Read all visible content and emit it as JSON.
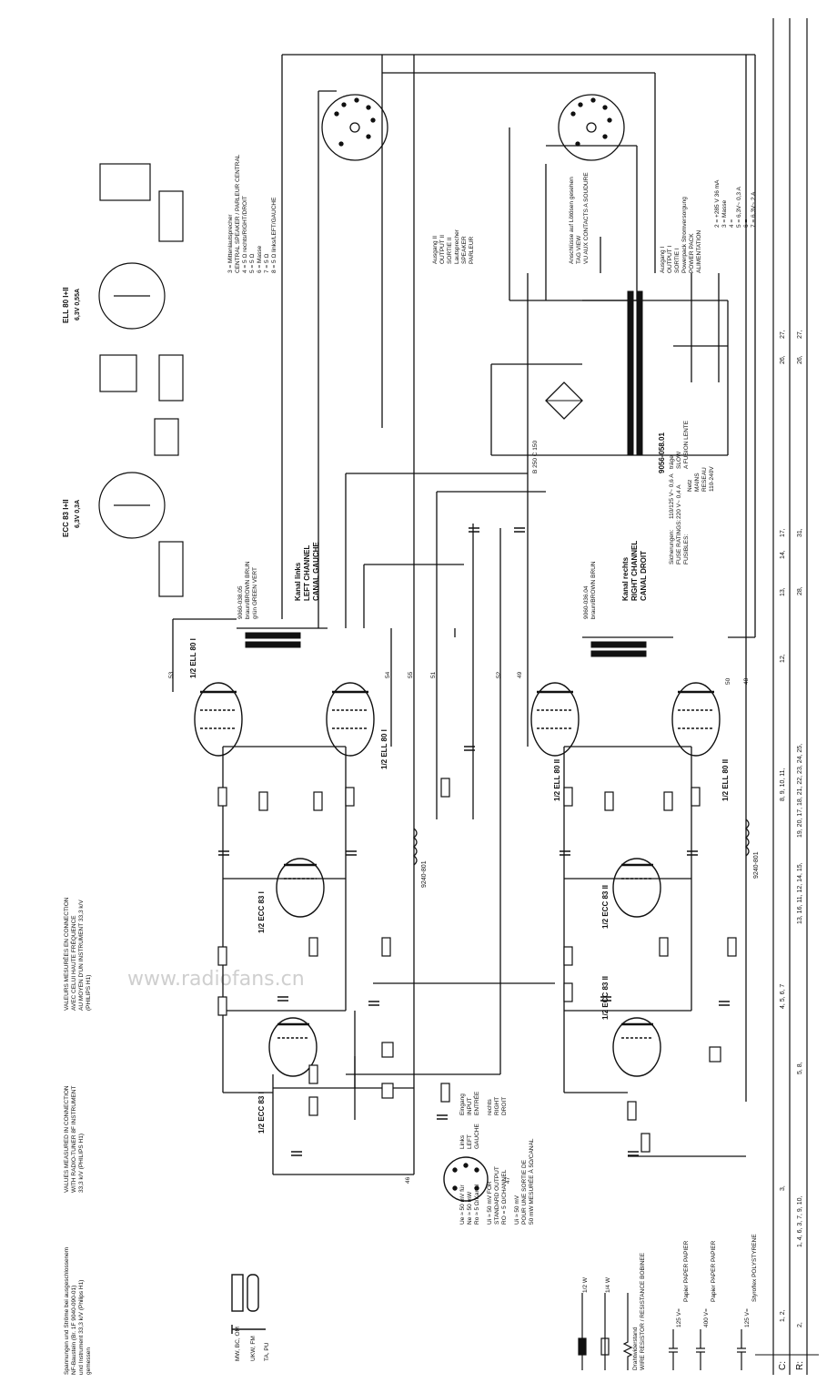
{
  "watermark": "www.radiofans.cn",
  "header_notes": {
    "de": [
      "Spannungen und Ströme bei ausgeschlossenem",
      "NF-Baustein (Br. 1F 9040-090-01)",
      "und Instrument 33,3 k/V (Philips H1)",
      "gemessen"
    ],
    "en": [
      "VALUES MEASURED IN CONNECTION",
      "WITH RADIO-TUNER 8F INSTRUMENT",
      "33,3 k/V (PHILIPS H1)"
    ],
    "fr": [
      "VALEURS MESURÉES EN CONNECTION",
      "AVEC CELUI HAUTE FRÉQUENCE",
      "AU MOYEN D'UN INSTRUMENT 33,3 k/V",
      "(PHILIPS H1)"
    ]
  },
  "switch_legend": [
    {
      "label": "MW, BC, OM"
    },
    {
      "label": "UKW, FM"
    },
    {
      "label": "TA, PU"
    }
  ],
  "input_specs": {
    "lines": [
      "Ue ≈ 50 mV für",
      "Ne ≈ 50 mW",
      "Ro ≈ 5 Ω/Kanal",
      "Ui ≈ 50 mV FOR",
      "STANDARD OUTPUT",
      "RO = 5 Ω/CHANNEL",
      "Ui ≈ 50 mV",
      "POUR UNE SORTIE DE",
      "50 mW MESURÉE À 5Ω/CANAL"
    ]
  },
  "input_labels": [
    "Links",
    "LEFT",
    "GAUCHE",
    "Eingang",
    "INPUT",
    "ENTRÉE",
    "rechts",
    "RIGHT",
    "DROIT"
  ],
  "resistor_legend": {
    "half_w": "1/2 W",
    "quarter_w": "1/4 W",
    "wire": "Drahtwiderstand",
    "wire_en": "WIRE RESISTOR / RESISTANCE BOBINEE"
  },
  "capacitor_legend": [
    {
      "value": "125 V=",
      "type": "Papier PAPER PAPIER"
    },
    {
      "value": "400 V=",
      "type": "Papier PAPER PAPIER"
    },
    {
      "value": "125 V=",
      "type": "Styroflex POLYSTYRENE"
    }
  ],
  "tube_left_labels": {
    "v1": "1/2 ECC 83 I",
    "v2": "1/2 ECC 83 I",
    "v3": "1/2 ELL 80 I",
    "v4": "1/2 ELL 80 I"
  },
  "tube_right_labels": {
    "v1": "1/2 ECC 83 II",
    "v2": "1/2 ECC 83 II",
    "v3": "1/2 ELL 80 II",
    "v4": "1/2 ELL 80 II"
  },
  "pinouts": {
    "ecc": {
      "title": "ECC 83 I+II",
      "heater": "6,3V 0,3A"
    },
    "ell": {
      "title": "ELL 80 I+II",
      "heater": "6,3V 0,55A"
    }
  },
  "transformer_left": {
    "part": "9060-038.05",
    "colors": "braun/BROWN BRUN",
    "sec": "grün GREEN VERT",
    "channel": [
      "Kanal links",
      "LEFT CHANNEL",
      "CANAL GAUCHE"
    ]
  },
  "transformer_right": {
    "part": "9060-036.04",
    "colors": "braun/BROWN BRUN",
    "channel": [
      "Kanal rechts",
      "RIGHT CHANNEL",
      "CANAL DROIT"
    ]
  },
  "power_transformer": {
    "part": "9056-058.01",
    "mains": [
      "Netz",
      "MAINS",
      "RESEAU",
      "110-240V"
    ]
  },
  "rectifier": "B 250 C 150",
  "fuses": [
    "Sicherungen:",
    "FUSE RATINGS:",
    "FUSIBLES:",
    "110/125 V~ 0,6 A",
    "220 V~ 0,4 A",
    "träge",
    "SLOW",
    "A FUSION LENTE"
  ],
  "speaker_labels": [
    "3 = Mittenlautsprecher",
    "CENTRAL SPEAKER / PARLEUR CENTRAL",
    "4 = 5 Ω rechts/RIGHT/DROIT",
    "5 = 5 Ω",
    "6 = Masse",
    "7 = 5 Ω",
    "8 = 5 Ω links/LEFT/GAUCHE"
  ],
  "output_labels": {
    "out2": [
      "Ausgang II",
      "OUTPUT II",
      "SORTIE II",
      "Lautsprecher",
      "SPEAKER",
      "PARLEUR"
    ],
    "out1": [
      "Ausgang I",
      "OUTPUT I",
      "SORTIE I",
      "Powerpack Stromversorgung",
      "POWER PACK",
      "ALIMENTATION"
    ]
  },
  "socket_spec": [
    "2 = +285 V 36 mA",
    "3 = Masse",
    "4 =",
    "5 = 6,3V~ 0,3 A",
    "6 =",
    "7 = 6,3V~ 2 A"
  ],
  "socket_note": [
    "Anschlüsse auf Lötösen gesehen",
    "TAG VIEW",
    "VU AUX CONTACTS A SOUDURE"
  ],
  "inductors": [
    "9240-801",
    "9240-801"
  ],
  "footer": {
    "c_label": "C:",
    "r_label": "R:",
    "c_groups": [
      "1, 2,",
      "3,",
      "4, 5, 6, 7",
      "8, 9, 10, 11,",
      "12,",
      "13,",
      "14,",
      "17,",
      "26,",
      "27,"
    ],
    "r_groups": [
      "2,",
      "1, 4, 6, 3, 7, 9, 10,",
      "5, 8,",
      "13, 16, 11, 12, 14, 15,",
      "19, 20, 17, 18, 21, 22, 23, 24, 25,",
      "28,",
      "31,",
      "26,",
      "27,"
    ]
  }
}
